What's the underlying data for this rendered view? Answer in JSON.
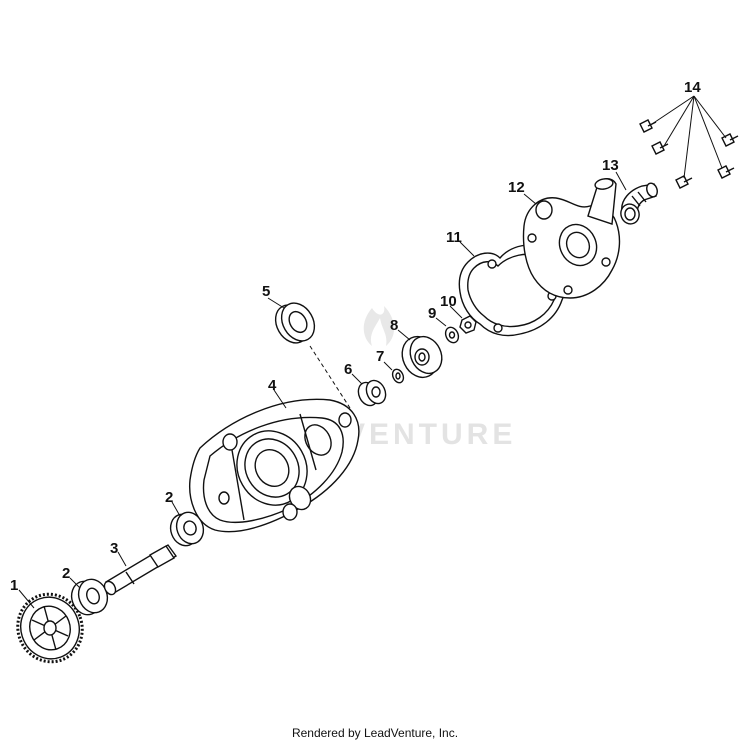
{
  "watermark": "VENTURE",
  "footer": "Rendered by LeadVenture, Inc.",
  "callouts": {
    "c1": "1",
    "c2a": "2",
    "c2b": "2",
    "c3": "3",
    "c4": "4",
    "c5": "5",
    "c6": "6",
    "c7": "7",
    "c8": "8",
    "c9": "9",
    "c10": "10",
    "c11": "11",
    "c12": "12",
    "c13": "13",
    "c14": "14"
  }
}
